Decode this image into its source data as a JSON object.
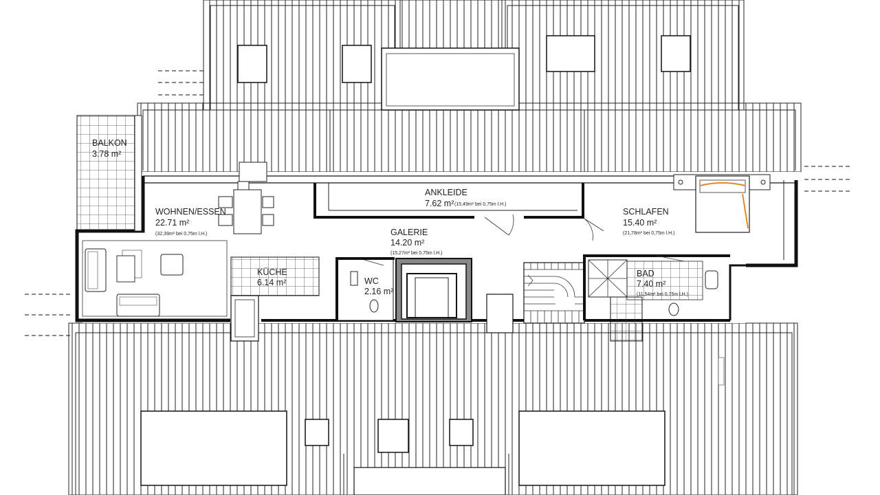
{
  "rooms": {
    "balkon": {
      "name": "BALKON",
      "area": "3.78 m²"
    },
    "wohnen": {
      "name": "WOHNEN/ESSEN",
      "area": "22.71 m²",
      "note": "(32,39m² bei 0,75m l.H.)"
    },
    "ankleide": {
      "name": "ANKLEIDE",
      "area": "7.62 m²",
      "note": "(15,49m² bei 0,75m l.H.)"
    },
    "galerie": {
      "name": "GALERIE",
      "area": "14.20 m²",
      "note": "(15,27m² bei 0,75m l.H.)"
    },
    "schlafen": {
      "name": "SCHLAFEN",
      "area": "15.40 m²",
      "note": "(21,78m² bei 0,75m l.H.)"
    },
    "kueche": {
      "name": "KÜCHE",
      "area": "6.14 m²"
    },
    "wc": {
      "name": "WC",
      "area": "2.16 m²"
    },
    "bad": {
      "name": "BAD",
      "area": "7.40 m²",
      "note": "(11,54m² bei 0,75m l.H.)"
    }
  }
}
